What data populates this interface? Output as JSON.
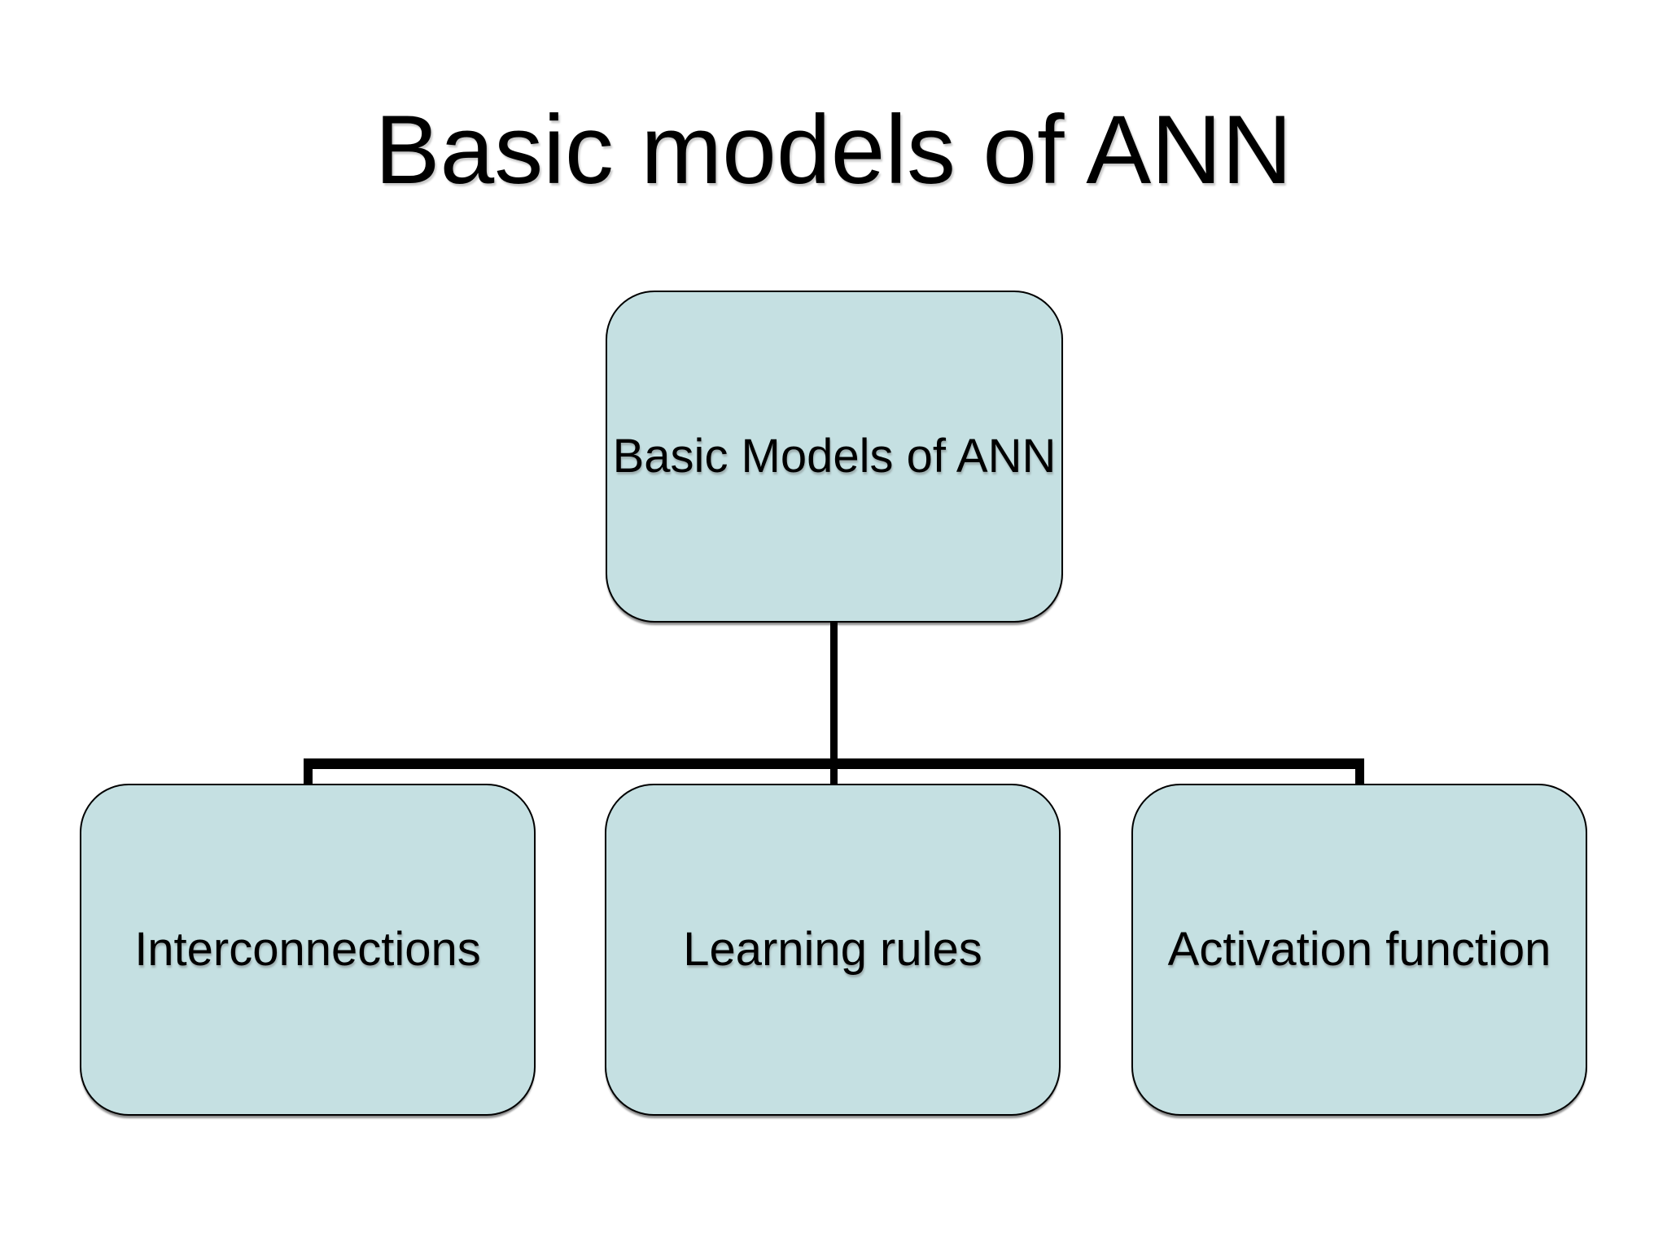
{
  "slide": {
    "title": "Basic models of ANN",
    "background_color": "#ffffff",
    "text_color": "#000000"
  },
  "diagram": {
    "type": "hierarchy",
    "root": {
      "label": "Basic Models of ANN"
    },
    "children": [
      {
        "label": "Interconnections"
      },
      {
        "label": "Learning rules"
      },
      {
        "label": "Activation function"
      }
    ],
    "colors": {
      "node_fill": "#c5e0e2",
      "node_border": "#000000",
      "connector": "#000000"
    }
  }
}
